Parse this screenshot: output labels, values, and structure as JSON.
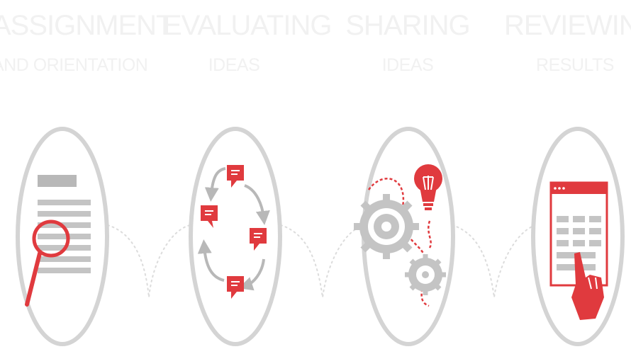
{
  "steps": [
    {
      "title": "ASSIGNMENT",
      "subtitle": "AND ORIENTATION",
      "icon": "magnifier-document-icon"
    },
    {
      "title": "EVALUATING",
      "subtitle": "IDEAS",
      "icon": "chat-cycle-icon"
    },
    {
      "title": "SHARING",
      "subtitle": "IDEAS",
      "icon": "gears-lightbulb-icon"
    },
    {
      "title": "REVIEWING",
      "subtitle": "RESULTS",
      "icon": "browser-click-icon"
    }
  ],
  "colors": {
    "accent": "#e03a3e",
    "ring": "#d4d4d4",
    "gray": "#b8b8b8",
    "heading": "#f1f1f1",
    "connector": "#dcdcdc"
  }
}
